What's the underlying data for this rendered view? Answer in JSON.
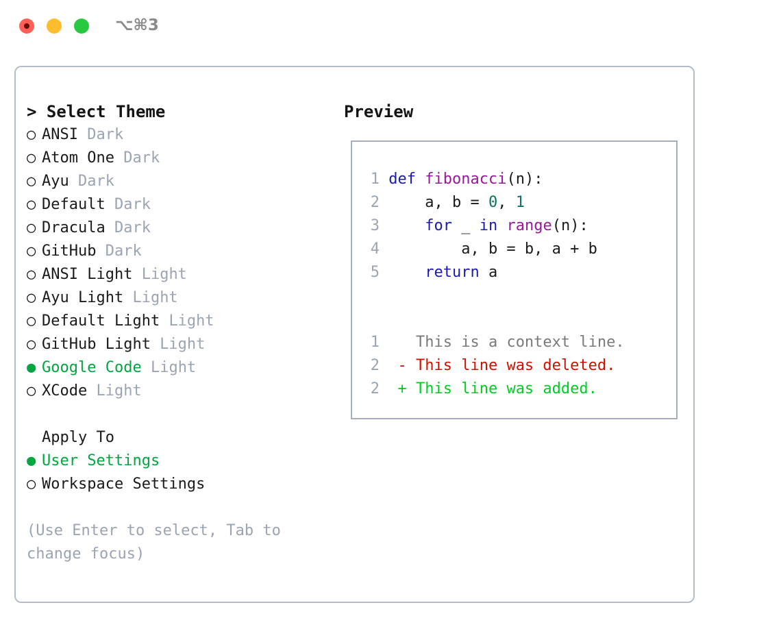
{
  "titlebar": {
    "shortcut": "⌥⌘3",
    "traffic_lights": [
      {
        "name": "close",
        "color": "#ff5f57"
      },
      {
        "name": "minimize",
        "color": "#febc2e"
      },
      {
        "name": "maximize",
        "color": "#28c840"
      }
    ]
  },
  "theme_picker": {
    "header": "> Select Theme",
    "selected_bullet": "●",
    "unselected_bullet": "○",
    "selected_color": "#00a63f",
    "variant_color": "#9aa4b2",
    "items": [
      {
        "name": "ANSI",
        "variant": "Dark",
        "selected": false
      },
      {
        "name": "Atom One",
        "variant": "Dark",
        "selected": false
      },
      {
        "name": "Ayu",
        "variant": "Dark",
        "selected": false
      },
      {
        "name": "Default",
        "variant": "Dark",
        "selected": false
      },
      {
        "name": "Dracula",
        "variant": "Dark",
        "selected": false
      },
      {
        "name": "GitHub",
        "variant": "Dark",
        "selected": false
      },
      {
        "name": "ANSI Light",
        "variant": "Light",
        "selected": false
      },
      {
        "name": "Ayu Light",
        "variant": "Light",
        "selected": false
      },
      {
        "name": "Default Light",
        "variant": "Light",
        "selected": false
      },
      {
        "name": "GitHub Light",
        "variant": "Light",
        "selected": false
      },
      {
        "name": "Google Code",
        "variant": "Light",
        "selected": true
      },
      {
        "name": "XCode",
        "variant": "Light",
        "selected": false
      }
    ]
  },
  "apply_to": {
    "header": "Apply To",
    "items": [
      {
        "name": "User Settings",
        "selected": true
      },
      {
        "name": "Workspace Settings",
        "selected": false
      }
    ]
  },
  "hint": "(Use Enter to select, Tab to change focus)",
  "preview": {
    "header": "Preview",
    "code_lines": [
      {
        "number": "1",
        "tokens": [
          {
            "text": "def ",
            "kind": "kw"
          },
          {
            "text": "fibonacci",
            "kind": "fn"
          },
          {
            "text": "(n):",
            "kind": "punc"
          }
        ]
      },
      {
        "number": "2",
        "tokens": [
          {
            "text": "    a, b = ",
            "kind": "var"
          },
          {
            "text": "0",
            "kind": "num"
          },
          {
            "text": ", ",
            "kind": "punc"
          },
          {
            "text": "1",
            "kind": "num"
          }
        ]
      },
      {
        "number": "3",
        "tokens": [
          {
            "text": "    ",
            "kind": "var"
          },
          {
            "text": "for",
            "kind": "kw"
          },
          {
            "text": " _ ",
            "kind": "var"
          },
          {
            "text": "in",
            "kind": "kw"
          },
          {
            "text": " ",
            "kind": "var"
          },
          {
            "text": "range",
            "kind": "fn"
          },
          {
            "text": "(n):",
            "kind": "punc"
          }
        ]
      },
      {
        "number": "4",
        "tokens": [
          {
            "text": "        a, b = b, a + b",
            "kind": "var"
          }
        ]
      },
      {
        "number": "5",
        "tokens": [
          {
            "text": "    ",
            "kind": "var"
          },
          {
            "text": "return",
            "kind": "kw"
          },
          {
            "text": " a",
            "kind": "var"
          }
        ]
      }
    ],
    "diff_lines": [
      {
        "number": "1",
        "marker": " ",
        "text": " This is a context line.",
        "kind": "context"
      },
      {
        "number": "2",
        "marker": "-",
        "text": " This line was deleted.",
        "kind": "deleted"
      },
      {
        "number": "2",
        "marker": "+",
        "text": " This line was added.",
        "kind": "added"
      }
    ],
    "syntax_colors": {
      "keyword": "#1a1aae",
      "function": "#99179b",
      "number": "#0b7261",
      "plain": "#1a1a1a",
      "line_number": "#9aa4b2",
      "diff_context": "#7a7a7a",
      "diff_deleted": "#cc1100",
      "diff_added": "#00cc22"
    }
  }
}
